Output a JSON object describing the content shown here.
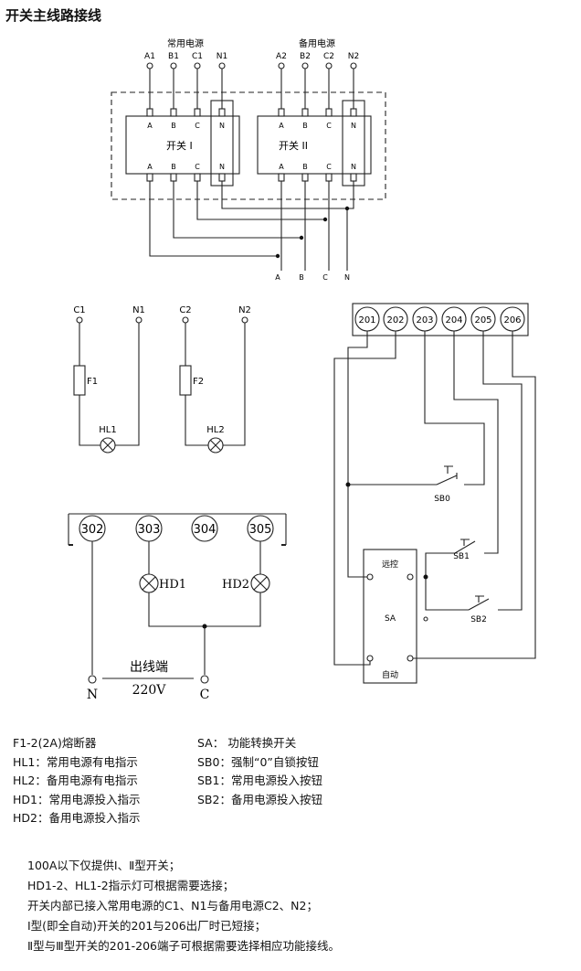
{
  "title": "开关主线路接线",
  "main_circuit": {
    "normal_source": "常用电源",
    "backup_source": "备用电源",
    "normal_terminals": [
      "A1",
      "B1",
      "C1",
      "N1"
    ],
    "backup_terminals": [
      "A2",
      "B2",
      "C2",
      "N2"
    ],
    "switch1_label": "开关 I",
    "switch2_label": "开关 II",
    "pole_labels": [
      "A",
      "B",
      "C",
      "N"
    ],
    "output_labels": [
      "A",
      "B",
      "C",
      "N"
    ]
  },
  "indicator_circuit": {
    "terminals": [
      "C1",
      "N1",
      "C2",
      "N2"
    ],
    "fuses": [
      "F1",
      "F2"
    ],
    "lamps": [
      "HL1",
      "HL2"
    ]
  },
  "output_circuit": {
    "terminals": [
      "302",
      "303",
      "304",
      "305"
    ],
    "lamps": [
      "HD1",
      "HD2"
    ],
    "title": "出线端",
    "voltage": "220V",
    "n_label": "N",
    "c_label": "C"
  },
  "control_circuit": {
    "terminals": [
      "201",
      "202",
      "203",
      "204",
      "205",
      "206"
    ],
    "buttons": [
      "SB0",
      "SB1",
      "SB2"
    ],
    "sa_label": "SA",
    "remote_label": "远控",
    "auto_label": "自动"
  },
  "legend_left": [
    "F1-2(2A)熔断器",
    "HL1：常用电源有电指示",
    "HL2：备用电源有电指示",
    "HD1：常用电源投入指示",
    "HD2：备用电源投入指示"
  ],
  "legend_right": [
    "SA：  功能转换开关",
    "SB0：强制“0”自锁按钮",
    "SB1：常用电源投入按钮",
    "SB2：备用电源投入按钮"
  ],
  "notes": [
    "100A以下仅提供Ⅰ、Ⅱ型开关；",
    "HD1-2、HL1-2指示灯可根据需要选接；",
    "开关内部已接入常用电源的C1、N1与备用电源C2、N2；",
    "Ⅰ型(即全自动)开关的201与206出厂时已短接；",
    "Ⅱ型与Ⅲ型开关的201-206端子可根据需要选择相应功能接线。"
  ]
}
